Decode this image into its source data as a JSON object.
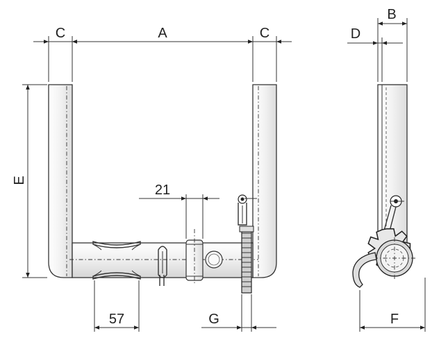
{
  "labels": {
    "c_left": "C",
    "a": "A",
    "c_right": "C",
    "b": "B",
    "d": "D",
    "e": "E",
    "dim_21": "21",
    "dim_57": "57",
    "g": "G",
    "f": "F"
  }
}
